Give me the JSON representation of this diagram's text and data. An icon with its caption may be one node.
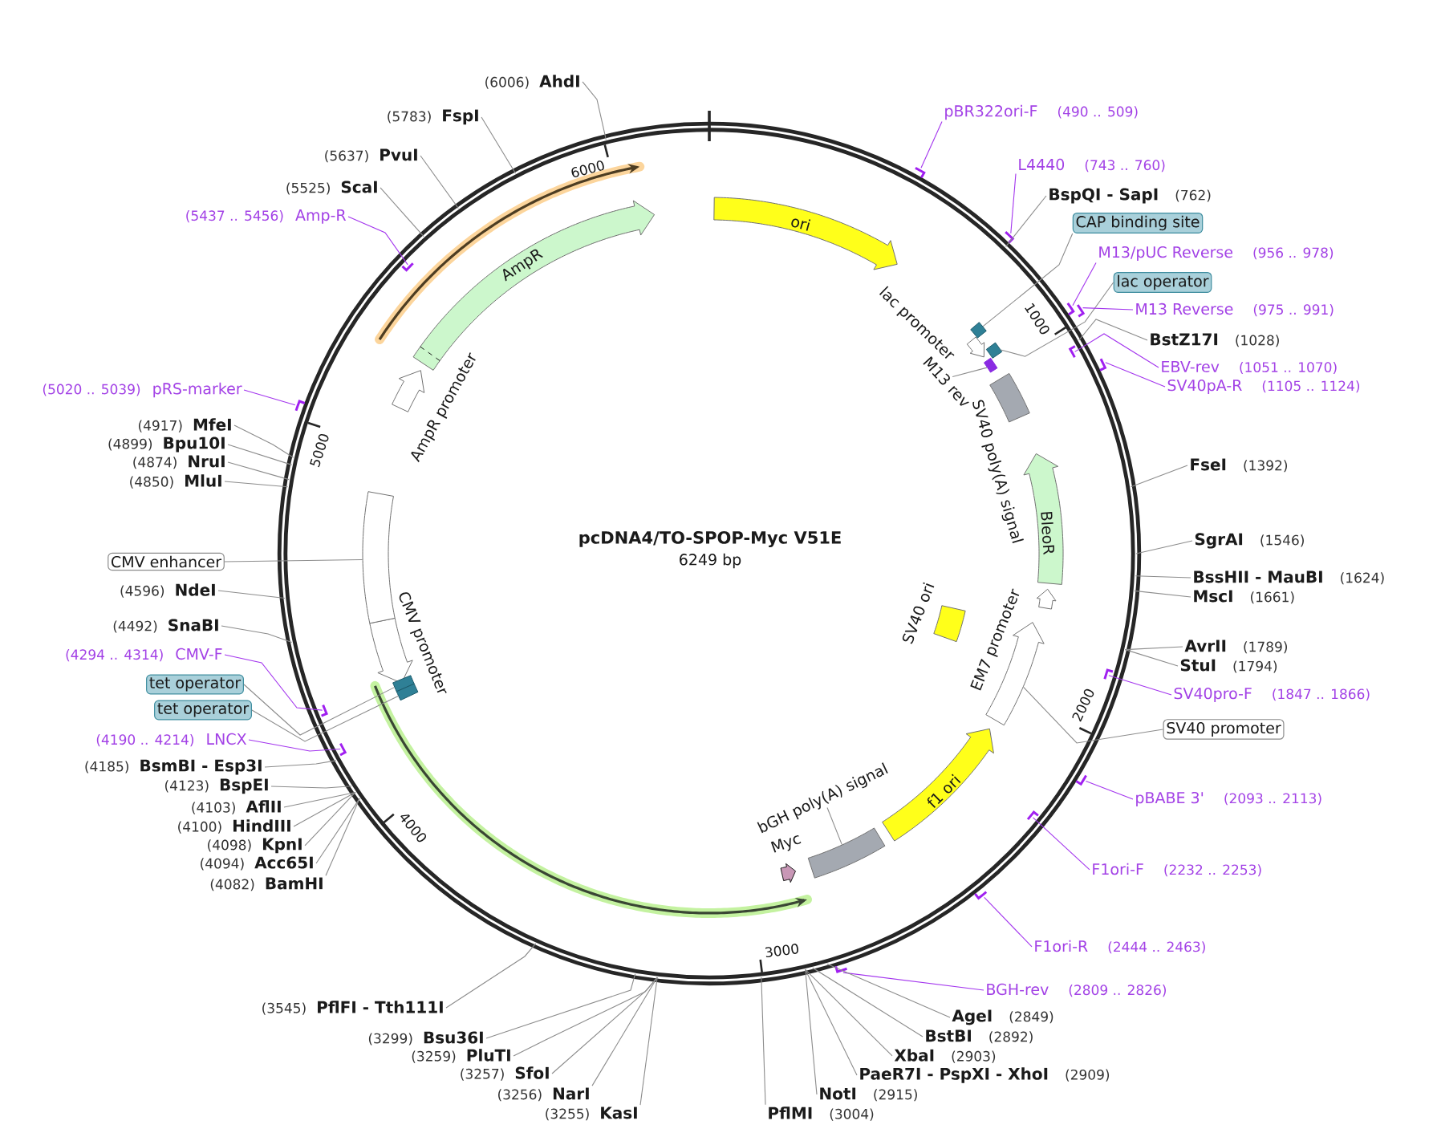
{
  "diagram": {
    "title": "pcDNA4/TO-SPOP-Myc V51E",
    "nodes": [
      {
        "text": [],
        "shape": "circle"
      },
      {
        "text": [
          "ori"
        ],
        "in": 0
      },
      {
        "text": [],
        "shape": "box",
        "in": 0
      },
      {
        "text": [
          "lac promoter"
        ],
        "in": 0
      },
      {
        "text": [],
        "shape": "box",
        "in": 0
      },
      {
        "text": [],
        "shape": "box",
        "in": 0
      },
      {
        "text": [
          "SV40 poly(A) signal"
        ],
        "in": 0
      },
      {
        "text": [
          "BleoR"
        ],
        "in": 0
      },
      {
        "text": [
          "EM7 promoter"
        ],
        "in": 0
      },
      {
        "text": [],
        "shape": "arrow",
        "in": 0
      },
      {
        "text": [
          "SV40 ori"
        ],
        "in": 0
      },
      {
        "text": [
          "f1 ori"
        ],
        "in": 0
      },
      {
        "text": [],
        "shape": "box",
        "in": 0
      },
      {
        "text": [
          "Myc"
        ],
        "in": 0
      },
      {
        "text": [],
        "shape": "box",
        "in": 0
      },
      {
        "text": [],
        "shape": "box",
        "in": 0
      },
      {
        "text": [
          "CMV promoter"
        ],
        "in": 0
      },
      {
        "text": [],
        "shape": "box",
        "in": 0
      },
      {
        "text": [
          "AmpR promoter"
        ],
        "in": 0
      },
      {
        "text": [
          "AmpR"
        ],
        "in": 0
      },
      {
        "text": [
          "M13 rev"
        ],
        "in": 0
      },
      {
        "text": [
          "bGH poly(A) signal"
        ],
        "in": 0
      },
      {
        "text": [
          "pBR322ori-F",
          "(490 .. 509)"
        ]
      },
      {
        "text": [
          "L4440",
          "(743 .. 760)"
        ]
      },
      {
        "text": [
          "BspQI - SapI",
          "(762)"
        ]
      },
      {
        "text": [
          "CAP binding site"
        ]
      },
      {
        "text": [
          "M13/pUC Reverse",
          "(956 .. 978)"
        ]
      },
      {
        "text": [
          "lac operator"
        ]
      },
      {
        "text": [
          "M13 Reverse",
          "(975 .. 991)"
        ]
      },
      {
        "text": [
          "BstZ17I",
          "(1028)"
        ]
      },
      {
        "text": [
          "EBV-rev",
          "(1051 .. 1070)"
        ]
      },
      {
        "text": [
          "SV40pA-R",
          "(1105 .. 1124)"
        ]
      },
      {
        "text": [
          "FseI",
          "(1392)"
        ]
      },
      {
        "text": [
          "SgrAI",
          "(1546)"
        ]
      },
      {
        "text": [
          "BssHII - MauBI",
          "(1624)"
        ]
      },
      {
        "text": [
          "MscI",
          "(1661)"
        ]
      },
      {
        "text": [
          "AvrII",
          "(1789)"
        ]
      },
      {
        "text": [
          "StuI",
          "(1794)"
        ]
      },
      {
        "text": [
          "SV40pro-F",
          "(1847 .. 1866)"
        ]
      },
      {
        "text": [
          "SV40 promoter"
        ]
      },
      {
        "text": [
          "pBABE 3'",
          "(2093 .. 2113)"
        ]
      },
      {
        "text": [
          "F1ori-F",
          "(2232 .. 2253)"
        ]
      },
      {
        "text": [
          "F1ori-R",
          "(2444 .. 2463)"
        ]
      },
      {
        "text": [
          "BGH-rev",
          "(2809 .. 2826)"
        ]
      },
      {
        "text": [
          "AgeI",
          "(2849)"
        ]
      },
      {
        "text": [
          "BstBI",
          "(2892)"
        ]
      },
      {
        "text": [
          "XbaI",
          "(2903)"
        ]
      },
      {
        "text": [
          "PaeR7I - PspXI - XhoI",
          "(2909)"
        ]
      },
      {
        "text": [
          "NotI",
          "(2915)"
        ]
      },
      {
        "text": [
          "PflMI",
          "(3004)"
        ]
      },
      {
        "text": [
          "(3255)",
          "KasI"
        ]
      },
      {
        "text": [
          "(3256)",
          "NarI"
        ]
      },
      {
        "text": [
          "(3257)",
          "SfoI"
        ]
      },
      {
        "text": [
          "(3259)",
          "PluTI"
        ]
      },
      {
        "text": [
          "(3299)",
          "Bsu36I"
        ]
      },
      {
        "text": [
          "(3545)",
          "PflFI - Tth111I"
        ]
      },
      {
        "text": [
          "(4082)",
          "BamHI"
        ]
      },
      {
        "text": [
          "(4094)",
          "Acc65I"
        ]
      },
      {
        "text": [
          "(4098)",
          "KpnI"
        ]
      },
      {
        "text": [
          "(4100)",
          "HindIII"
        ]
      },
      {
        "text": [
          "(4103)",
          "AflII"
        ]
      },
      {
        "text": [
          "(4123)",
          "BspEI"
        ]
      },
      {
        "text": [
          "(4185)",
          "BsmBI - Esp3I"
        ]
      },
      {
        "text": [
          "(4190 .. 4214)",
          "LNCX"
        ]
      },
      {
        "text": [
          "tet operator"
        ]
      },
      {
        "text": [
          "tet operator"
        ]
      },
      {
        "text": [
          "(4294 .. 4314)",
          "CMV-F"
        ]
      },
      {
        "text": [
          "(4492)",
          "SnaBI"
        ]
      },
      {
        "text": [
          "(4596)",
          "NdeI"
        ]
      },
      {
        "text": [
          "CMV enhancer"
        ]
      },
      {
        "text": [
          "(4850)",
          "MluI"
        ]
      },
      {
        "text": [
          "(4874)",
          "NruI"
        ]
      },
      {
        "text": [
          "(4899)",
          "Bpu10I"
        ]
      },
      {
        "text": [
          "(4917)",
          "MfeI"
        ]
      },
      {
        "text": [
          "(5020 .. 5039)",
          "pRS-marker"
        ]
      },
      {
        "text": [
          "(5437 .. 5456)",
          "Amp-R"
        ]
      },
      {
        "text": [
          "(5525)",
          "ScaI"
        ]
      },
      {
        "text": [
          "(5637)",
          "PvuI"
        ]
      },
      {
        "text": [
          "(5783)",
          "FspI"
        ]
      },
      {
        "text": [
          "(6006)",
          "AhdI"
        ]
      },
      {
        "text": [],
        "shape": "bar"
      },
      {
        "text": [],
        "shape": "bar"
      },
      {
        "text": [],
        "shape": "bar"
      },
      {
        "text": [],
        "shape": "bar"
      },
      {
        "text": [],
        "shape": "bar",
        "in": 0
      },
      {
        "text": [],
        "shape": "bar"
      },
      {
        "text": [],
        "shape": "bar",
        "in": 0
      },
      {
        "text": [],
        "shape": "bar"
      },
      {
        "text": [],
        "shape": "bar",
        "in": 0
      },
      {
        "text": [],
        "shape": "bar"
      },
      {
        "text": [],
        "shape": "bar"
      },
      {
        "text": [],
        "shape": "bar",
        "in": 0
      },
      {
        "text": [],
        "shape": "bar",
        "in": 0
      },
      {
        "text": [],
        "shape": "bar"
      },
      {
        "text": [],
        "shape": "bar",
        "in": 0
      }
    ],
    "edges": [
      {
        "from": 20,
        "to": 5,
        "arrow": "none"
      },
      {
        "from": 21,
        "to": 12,
        "arrow": "none"
      },
      {
        "from": 22,
        "to": 80,
        "arrow": "none",
        "color": "#a335ee"
      },
      {
        "from": 23,
        "to": 81,
        "arrow": "none",
        "color": "#a335ee"
      },
      {
        "from": 24,
        "to": 0,
        "arrow": "none"
      },
      {
        "from": 25,
        "to": 2,
        "arrow": "none"
      },
      {
        "from": 26,
        "to": 82,
        "arrow": "none",
        "color": "#a335ee"
      },
      {
        "from": 27,
        "to": 4,
        "arrow": "none"
      },
      {
        "from": 28,
        "to": 83,
        "arrow": "none",
        "color": "#a335ee"
      },
      {
        "from": 29,
        "to": 0,
        "arrow": "none"
      },
      {
        "from": 30,
        "to": 84,
        "arrow": "none",
        "color": "#a335ee"
      },
      {
        "from": 31,
        "to": 85,
        "arrow": "none",
        "color": "#a335ee"
      },
      {
        "from": 32,
        "to": 0,
        "arrow": "none"
      },
      {
        "from": 33,
        "to": 0,
        "arrow": "none"
      },
      {
        "from": 34,
        "to": 0,
        "arrow": "none"
      },
      {
        "from": 35,
        "to": 0,
        "arrow": "none"
      },
      {
        "from": 36,
        "to": 0,
        "arrow": "none"
      },
      {
        "from": 37,
        "to": 0,
        "arrow": "none"
      },
      {
        "from": 38,
        "to": 86,
        "arrow": "none",
        "color": "#a335ee"
      },
      {
        "from": 39,
        "to": 9,
        "arrow": "none"
      },
      {
        "from": 40,
        "to": 87,
        "arrow": "none",
        "color": "#a335ee"
      },
      {
        "from": 41,
        "to": 88,
        "arrow": "none",
        "color": "#a335ee"
      },
      {
        "from": 42,
        "to": 89,
        "arrow": "none",
        "color": "#a335ee"
      },
      {
        "from": 43,
        "to": 90,
        "arrow": "none",
        "color": "#a335ee"
      },
      {
        "from": 44,
        "to": 0,
        "arrow": "none"
      },
      {
        "from": 45,
        "to": 0,
        "arrow": "none"
      },
      {
        "from": 46,
        "to": 0,
        "arrow": "none"
      },
      {
        "from": 47,
        "to": 0,
        "arrow": "none"
      },
      {
        "from": 48,
        "to": 0,
        "arrow": "none"
      },
      {
        "from": 49,
        "to": 0,
        "arrow": "none"
      },
      {
        "from": 50,
        "to": 0,
        "arrow": "none"
      },
      {
        "from": 51,
        "to": 0,
        "arrow": "none"
      },
      {
        "from": 52,
        "to": 0,
        "arrow": "none"
      },
      {
        "from": 53,
        "to": 0,
        "arrow": "none"
      },
      {
        "from": 54,
        "to": 0,
        "arrow": "none"
      },
      {
        "from": 55,
        "to": 0,
        "arrow": "none"
      },
      {
        "from": 56,
        "to": 0,
        "arrow": "none"
      },
      {
        "from": 57,
        "to": 0,
        "arrow": "none"
      },
      {
        "from": 58,
        "to": 0,
        "arrow": "none"
      },
      {
        "from": 59,
        "to": 0,
        "arrow": "none"
      },
      {
        "from": 60,
        "to": 0,
        "arrow": "none"
      },
      {
        "from": 61,
        "to": 0,
        "arrow": "none"
      },
      {
        "from": 62,
        "to": 0,
        "arrow": "none"
      },
      {
        "from": 63,
        "to": 91,
        "arrow": "none",
        "color": "#a335ee"
      },
      {
        "from": 64,
        "to": 15,
        "arrow": "none"
      },
      {
        "from": 65,
        "to": 14,
        "arrow": "none"
      },
      {
        "from": 66,
        "to": 92,
        "arrow": "none",
        "color": "#a335ee"
      },
      {
        "from": 67,
        "to": 0,
        "arrow": "none"
      },
      {
        "from": 68,
        "to": 0,
        "arrow": "none"
      },
      {
        "from": 69,
        "to": 17,
        "arrow": "none"
      },
      {
        "from": 70,
        "to": 0,
        "arrow": "none"
      },
      {
        "from": 71,
        "to": 0,
        "arrow": "none"
      },
      {
        "from": 72,
        "to": 0,
        "arrow": "none"
      },
      {
        "from": 73,
        "to": 0,
        "arrow": "none"
      },
      {
        "from": 74,
        "to": 93,
        "arrow": "none",
        "color": "#a335ee"
      },
      {
        "from": 75,
        "to": 94,
        "arrow": "none",
        "color": "#a335ee"
      },
      {
        "from": 76,
        "to": 0,
        "arrow": "none"
      },
      {
        "from": 77,
        "to": 0,
        "arrow": "none"
      },
      {
        "from": 78,
        "to": 0,
        "arrow": "none"
      },
      {
        "from": 79,
        "to": 0,
        "arrow": "none"
      }
    ],
    "labels": [
      "6249 bp",
      "1000",
      "2000",
      "3000",
      "4000",
      "5000",
      "6000"
    ]
  }
}
